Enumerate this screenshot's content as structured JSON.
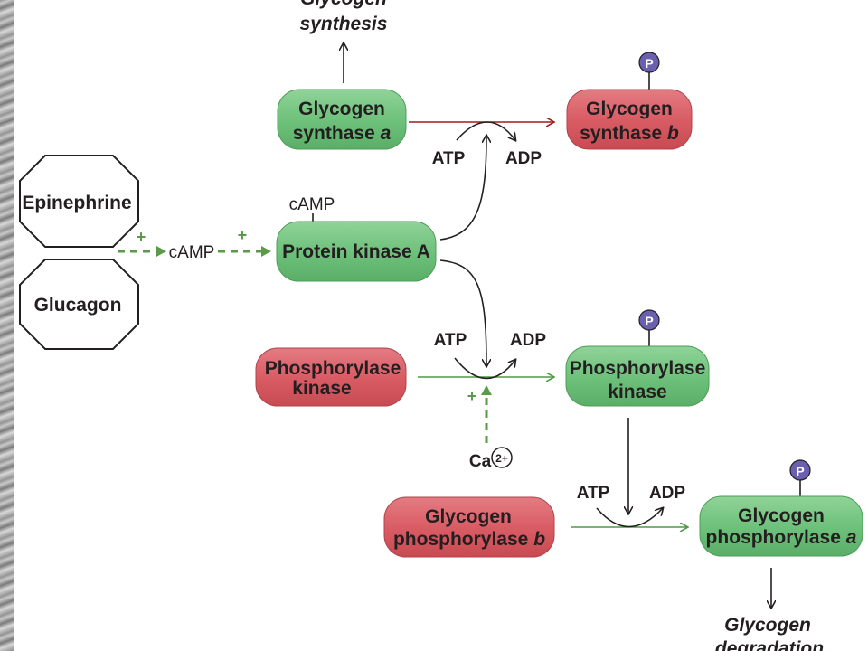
{
  "colors": {
    "green_fill": "#72c47e",
    "red_fill": "#d85a62",
    "dashed_green": "#5a9a4a",
    "red_line": "#a01c1c",
    "phospho_badge": "#6b5fb0"
  },
  "signals": {
    "epinephrine": "Epinephrine",
    "glucagon": "Glucagon",
    "camp_mid": "cAMP",
    "camp_top": "cAMP",
    "plus_1": "+",
    "plus_2": "+",
    "plus_3": "+",
    "ca": "Ca",
    "ca_charge": "2+"
  },
  "enzymes": {
    "pka": "Protein kinase A",
    "gs_a_line1": "Glycogen",
    "gs_a_line2": "synthase",
    "gs_a_suffix": "a",
    "gs_b_line1": "Glycogen",
    "gs_b_line2": "synthase",
    "gs_b_suffix": "b",
    "phk_inactive_line1": "Phosphorylase",
    "phk_inactive_line2": "kinase",
    "phk_active_line1": "Phosphorylase",
    "phk_active_line2": "kinase",
    "gp_b_line1": "Glycogen",
    "gp_b_line2": "phosphorylase",
    "gp_b_suffix": "b",
    "gp_a_line1": "Glycogen",
    "gp_a_line2": "phosphorylase",
    "gp_a_suffix": "a",
    "phospho": "P"
  },
  "cofactors": {
    "atp_1": "ATP",
    "adp_1": "ADP",
    "atp_2": "ATP",
    "adp_2": "ADP",
    "atp_3": "ATP",
    "adp_3": "ADP"
  },
  "outcomes": {
    "synthesis_line1": "Glycogen",
    "synthesis_line2": "synthesis",
    "degradation_line1": "Glycogen",
    "degradation_line2": "degradation"
  }
}
